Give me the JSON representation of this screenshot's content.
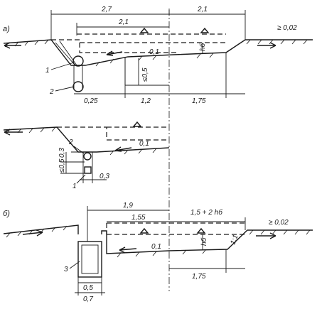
{
  "diagram": {
    "part_a": {
      "label": "а)",
      "dims_top": [
        "2,7",
        "2,1"
      ],
      "dim_inner": "2,1",
      "slope_right": "≥ 0,02",
      "slope_mid": "0,1",
      "hb": "hб",
      "vert_dim": "≤0,5",
      "dims_bottom": [
        "0,25",
        "1,2",
        "1,75"
      ],
      "callouts": [
        "1",
        "2"
      ]
    },
    "part_a2": {
      "slope": "0,1",
      "vert_dims": [
        "≤0,5",
        "0,3"
      ],
      "width_dim": "0,3",
      "callouts": [
        "2",
        "1"
      ]
    },
    "part_b": {
      "label": "б)",
      "dim_top": "1,9",
      "dim_inner_left": "1,55",
      "dim_inner_right": "1,5 + 2 hб",
      "slope_right": "≥ 0,02",
      "slope_mid": "0,1",
      "hb": "hб",
      "side_slope": "1:1",
      "dim_right": "1,75",
      "dims_bottom": [
        "0,5",
        "0,7"
      ],
      "callout": "3"
    }
  }
}
